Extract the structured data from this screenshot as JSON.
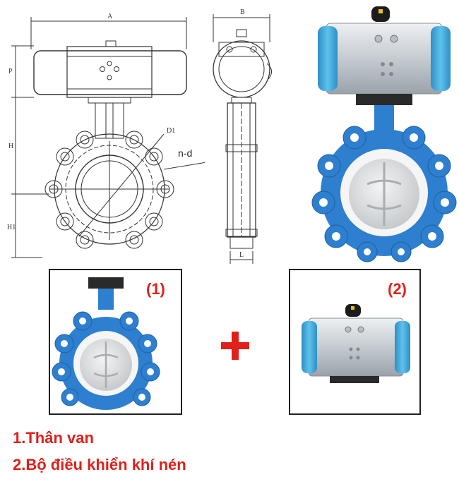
{
  "drawing": {
    "dim_a": "A",
    "dim_b": "B",
    "dim_p": "P",
    "dim_h": "H",
    "dim_h1": "H1",
    "dim_l": "L",
    "dim_d1": "D1",
    "label_nd": "n-d"
  },
  "parts": {
    "part1_tag": "(1)",
    "part2_tag": "(2)",
    "plus_symbol": "+"
  },
  "captions": {
    "line1": "1.Thân van",
    "line2": "2.Bộ điều khiển khí nén"
  },
  "colors": {
    "accent_red": "#e0201b",
    "valve_blue": "#2e7fcf",
    "actuator_silver": "#cfd4d9",
    "actuator_cap": "#45aee0"
  },
  "icons": [
    "butterfly-valve-drawing",
    "valve-photo",
    "actuator-photo",
    "plus-icon"
  ]
}
